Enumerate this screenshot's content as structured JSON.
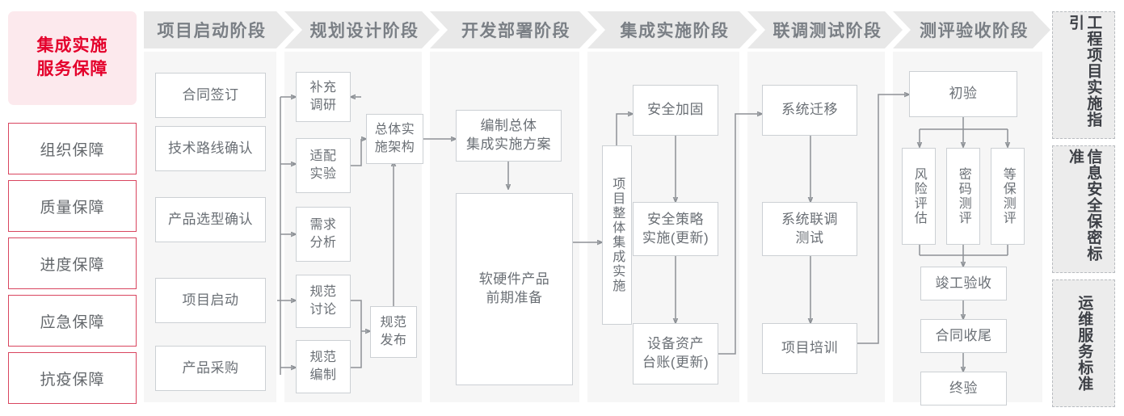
{
  "diagram": {
    "title": "集成实施服务保障",
    "accent_red": "#e4002b",
    "accent_border": "#d9455f",
    "node_border": "#ccd0d4",
    "panel_bg": "#f6f6f6",
    "header_bg": "#e8e8e8"
  },
  "left_column": {
    "title": "集成实施\n服务保障",
    "title_line1": "集成实施",
    "title_line2": "服务保障",
    "items": [
      {
        "label": "组织保障"
      },
      {
        "label": "质量保障"
      },
      {
        "label": "进度保障"
      },
      {
        "label": "应急保障"
      },
      {
        "label": "抗疫保障"
      }
    ]
  },
  "phases": [
    {
      "id": "p1",
      "label": "项目启动阶段",
      "nodes": [
        {
          "id": "n_htqd",
          "label": "合同签订"
        },
        {
          "id": "n_jslx",
          "label": "技术路线确认"
        },
        {
          "id": "n_cpxx",
          "label": "产品选型确认"
        },
        {
          "id": "n_xmqd",
          "label": "项目启动"
        },
        {
          "id": "n_cpcg",
          "label": "产品采购"
        }
      ]
    },
    {
      "id": "p2",
      "label": "规划设计阶段",
      "nodes": [
        {
          "id": "n_bcdy",
          "label": "补充\n调研",
          "line1": "补充",
          "line2": "调研"
        },
        {
          "id": "n_spsy",
          "label": "适配\n实验",
          "line1": "适配",
          "line2": "实验"
        },
        {
          "id": "n_xqfx",
          "label": "需求\n分析",
          "line1": "需求",
          "line2": "分析"
        },
        {
          "id": "n_gftl",
          "label": "规范\n讨论",
          "line1": "规范",
          "line2": "讨论"
        },
        {
          "id": "n_gfbz",
          "label": "规范\n编制",
          "line1": "规范",
          "line2": "编制"
        },
        {
          "id": "n_ztss",
          "label": "总体实\n施架构",
          "line1": "总体实",
          "line2": "施架构"
        },
        {
          "id": "n_gffb",
          "label": "规范\n发布",
          "line1": "规范",
          "line2": "发布"
        }
      ]
    },
    {
      "id": "p3",
      "label": "开发部署阶段",
      "nodes": [
        {
          "id": "n_bzzt",
          "label": "编制总体\n集成实施方案",
          "line1": "编制总体",
          "line2": "集成实施方案"
        },
        {
          "id": "n_rygj",
          "label": "软硬件产品\n前期准备",
          "line1": "软硬件产品",
          "line2": "前期准备"
        }
      ]
    },
    {
      "id": "p4",
      "label": "集成实施阶段",
      "nodes": [
        {
          "id": "n_xmzt",
          "label": "项目整体集成实施"
        },
        {
          "id": "n_aqjg",
          "label": "安全加固"
        },
        {
          "id": "n_aqcl",
          "label": "安全策略\n实施(更新)",
          "line1": "安全策略",
          "line2": "实施(更新)"
        },
        {
          "id": "n_sbzc",
          "label": "设备资产\n台账(更新)",
          "line1": "设备资产",
          "line2": "台账(更新)"
        }
      ]
    },
    {
      "id": "p5",
      "label": "联调测试阶段",
      "nodes": [
        {
          "id": "n_xtqy",
          "label": "系统迁移"
        },
        {
          "id": "n_xtld",
          "label": "系统联调\n测试",
          "line1": "系统联调",
          "line2": "测试"
        },
        {
          "id": "n_xmpx",
          "label": "项目培训"
        }
      ]
    },
    {
      "id": "p6",
      "label": "测评验收阶段",
      "nodes": [
        {
          "id": "n_cy",
          "label": "初验"
        },
        {
          "id": "n_fxpg",
          "label": "风险评估"
        },
        {
          "id": "n_mmcp",
          "label": "密码测评"
        },
        {
          "id": "n_dbcp",
          "label": "等保测评"
        },
        {
          "id": "n_jgys",
          "label": "竣工验收"
        },
        {
          "id": "n_htsw",
          "label": "合同收尾"
        },
        {
          "id": "n_zy",
          "label": "终验"
        }
      ]
    }
  ],
  "right_rail": [
    {
      "id": "r1",
      "label": "工程项目实施指引"
    },
    {
      "id": "r2",
      "label": "信息安全保密标准"
    },
    {
      "id": "r3",
      "label": "运维服务标准"
    }
  ]
}
